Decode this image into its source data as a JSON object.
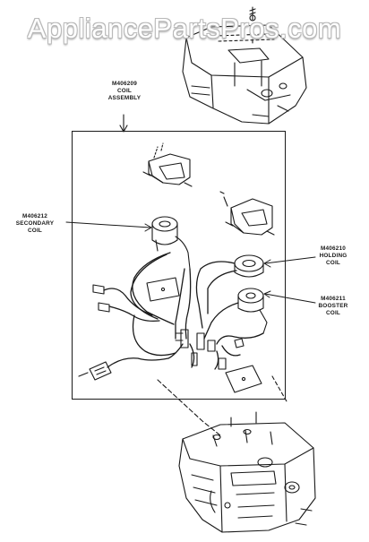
{
  "watermark": "AppliancePartsPros.com",
  "labels": {
    "coil_assembly": [
      "M406209",
      "COIL",
      "ASSEMBLY"
    ],
    "secondary_coil": [
      "M406212",
      "SECONDARY",
      "COIL"
    ],
    "holding_coil": [
      "M406210",
      "HOLDING",
      "COIL"
    ],
    "booster_coil": [
      "M406211",
      "BOOSTER",
      "COIL"
    ]
  }
}
